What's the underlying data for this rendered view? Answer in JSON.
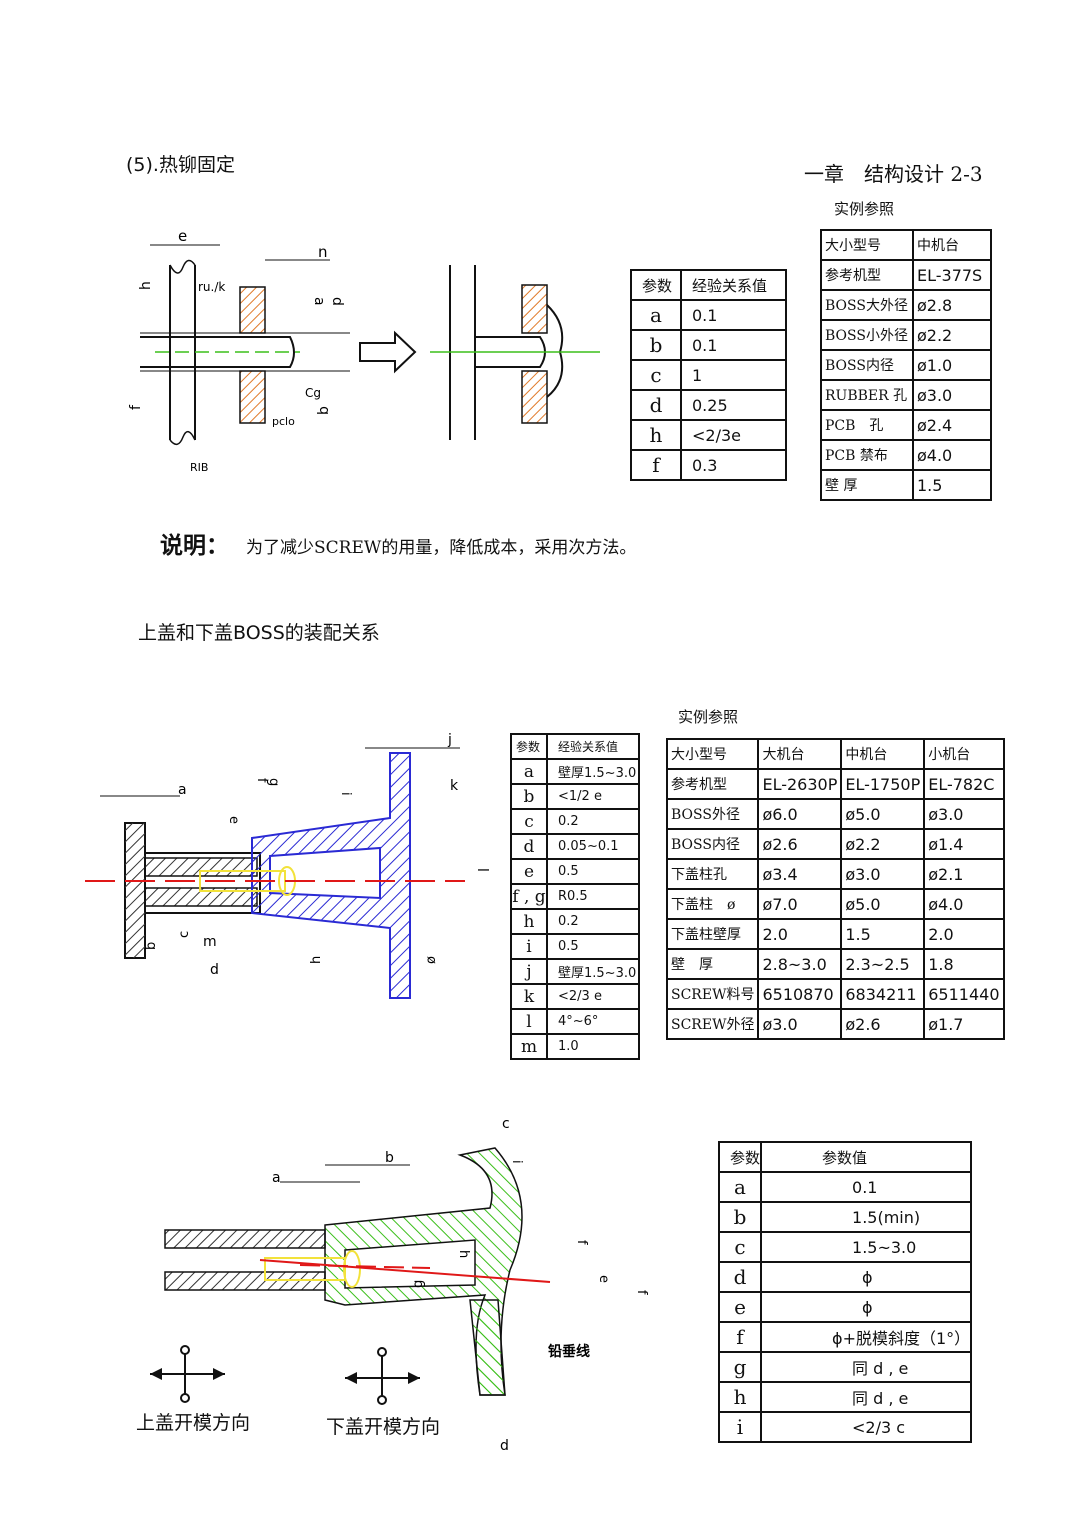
{
  "section1": {
    "title": "(5).热铆固定",
    "chapter": "一章　结构设计 2-3",
    "ref_caption": "实例参照",
    "explain_label": "说明：",
    "explain_text": "为了减少SCREW的用量，降低成本，采用次方法。",
    "diagram_labels": [
      "e",
      "n",
      "h",
      "ru./k",
      "a",
      "d",
      "Cg",
      "f",
      "b",
      "pclo",
      "RIB"
    ],
    "param_table": {
      "header": [
        "参数",
        "经验关系值"
      ],
      "rows": [
        [
          "a",
          "0.1"
        ],
        [
          "b",
          "0.1"
        ],
        [
          "c",
          "1"
        ],
        [
          "d",
          "0.25"
        ],
        [
          "h",
          "<2/3e"
        ],
        [
          "f",
          "0.3"
        ]
      ]
    },
    "ref_table": {
      "rows": [
        [
          "大小型号",
          "中机台"
        ],
        [
          "参考机型",
          "EL-377S"
        ],
        [
          "BOSS大外径",
          "ø2.8"
        ],
        [
          "BOSS小外径",
          "ø2.2"
        ],
        [
          "BOSS内径",
          "ø1.0"
        ],
        [
          "RUBBER 孔",
          "ø3.0"
        ],
        [
          "PCB　孔",
          "ø2.4"
        ],
        [
          "PCB 禁布",
          "ø4.0"
        ],
        [
          "壁 厚",
          "1.5"
        ]
      ]
    }
  },
  "section2": {
    "title": "上盖和下盖BOSS的装配关系",
    "ref_caption": "实例参照",
    "diagram_labels": [
      "a",
      "e",
      "f",
      "g",
      "j",
      "k",
      "i",
      "b",
      "c",
      "m",
      "d",
      "h",
      "l",
      "ø"
    ],
    "param_table": {
      "header": [
        "参数",
        "经验关系值"
      ],
      "rows": [
        [
          "a",
          "壁厚1.5~3.0"
        ],
        [
          "b",
          "<1/2 e"
        ],
        [
          "c",
          "0.2"
        ],
        [
          "d",
          "0.05~0.1"
        ],
        [
          "e",
          "0.5"
        ],
        [
          "f , g",
          "R0.5"
        ],
        [
          "h",
          "0.2"
        ],
        [
          "i",
          "0.5"
        ],
        [
          "j",
          "壁厚1.5~3.0"
        ],
        [
          "k",
          "<2/3 e"
        ],
        [
          "l",
          "4°~6°"
        ],
        [
          "m",
          "1.0"
        ]
      ]
    },
    "ref_table": {
      "rows": [
        [
          "大小型号",
          "大机台",
          "中机台",
          "小机台"
        ],
        [
          "参考机型",
          "EL-2630P",
          "EL-1750P",
          "EL-782C"
        ],
        [
          "BOSS外径",
          "ø6.0",
          "ø5.0",
          "ø3.0"
        ],
        [
          "BOSS内径",
          "ø2.6",
          "ø2.2",
          "ø1.4"
        ],
        [
          "下盖柱孔",
          "ø3.4",
          "ø3.0",
          "ø2.1"
        ],
        [
          "下盖柱　ø",
          "ø7.0",
          "ø5.0",
          "ø4.0"
        ],
        [
          "下盖柱壁厚",
          "2.0",
          "1.5",
          "2.0"
        ],
        [
          "壁　厚",
          "2.8~3.0",
          "2.3~2.5",
          "1.8"
        ],
        [
          "SCREW料号",
          "6510870",
          "6834211",
          "6511440"
        ],
        [
          "SCREW外径",
          "ø3.0",
          "ø2.6",
          "ø1.7"
        ]
      ]
    }
  },
  "section3": {
    "diagram_labels": [
      "c",
      "a",
      "b",
      "i",
      "h",
      "f",
      "e",
      "f",
      "g",
      "铅垂线",
      "d"
    ],
    "upper_dir": "上盖开模方向",
    "lower_dir": "下盖开模方向",
    "param_table": {
      "header": [
        "参数",
        "参数值"
      ],
      "rows": [
        [
          "a",
          "0.1"
        ],
        [
          "b",
          "1.5(min)"
        ],
        [
          "c",
          "1.5~3.0"
        ],
        [
          "d",
          "ϕ"
        ],
        [
          "e",
          "ϕ"
        ],
        [
          "f",
          "ϕ+脱模斜度（1°）"
        ],
        [
          "g",
          "同 d , e"
        ],
        [
          "h",
          "同 d , e"
        ],
        [
          "i",
          "<2/3 c"
        ]
      ]
    }
  },
  "colors": {
    "copper": "#e07a2a",
    "blue": "#2a2ad4",
    "green": "#3bbf1a",
    "red": "#e01818",
    "yellow": "#f2e23a",
    "magenta": "#c020c0"
  }
}
